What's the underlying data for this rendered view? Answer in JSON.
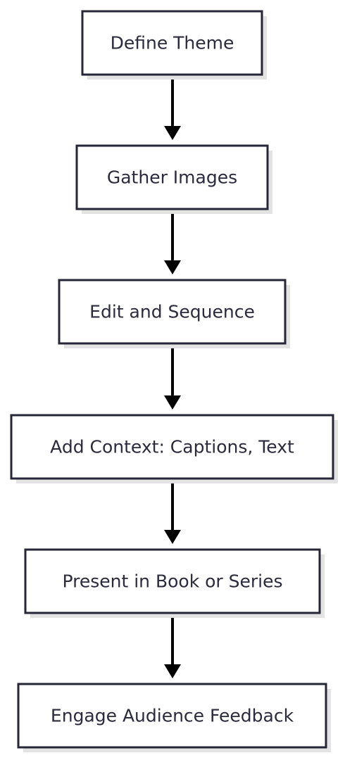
{
  "diagram": {
    "nodes": [
      {
        "id": "define-theme",
        "label": "Define Theme"
      },
      {
        "id": "gather-images",
        "label": "Gather Images"
      },
      {
        "id": "edit-and-sequence",
        "label": "Edit and Sequence"
      },
      {
        "id": "add-context",
        "label": "Add Context: Captions, Text"
      },
      {
        "id": "present",
        "label": "Present in Book or Series"
      },
      {
        "id": "engage-feedback",
        "label": "Engage Audience Feedback"
      }
    ],
    "edges": [
      {
        "from": "define-theme",
        "to": "gather-images"
      },
      {
        "from": "gather-images",
        "to": "edit-and-sequence"
      },
      {
        "from": "edit-and-sequence",
        "to": "add-context"
      },
      {
        "from": "add-context",
        "to": "present"
      },
      {
        "from": "present",
        "to": "engage-feedback"
      }
    ],
    "colors": {
      "node_fill": "#ffffff",
      "node_stroke": "#262637",
      "node_text": "#2b2b3d",
      "edge": "#000000",
      "shadow": "#e3e3e3"
    }
  }
}
